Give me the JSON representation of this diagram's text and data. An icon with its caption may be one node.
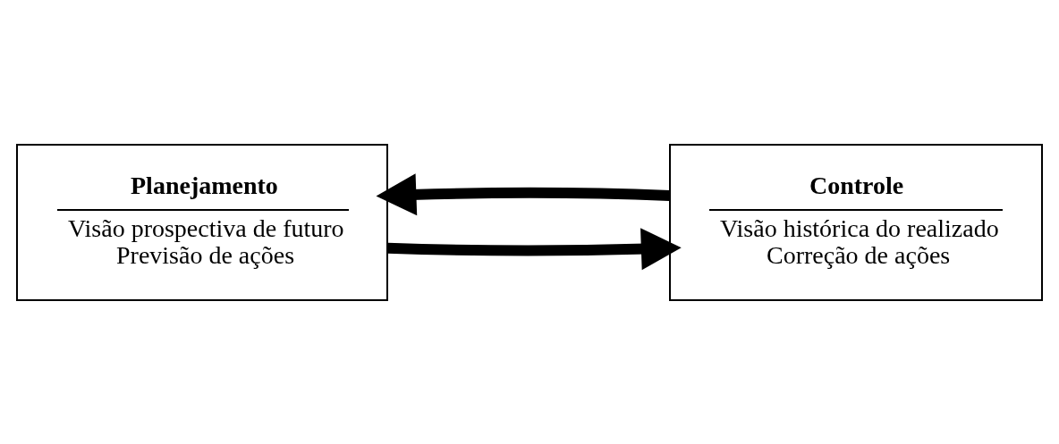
{
  "diagram": {
    "nodes": [
      {
        "text": [
          "Planejamento",
          "Visão prospectiva de futuro",
          "Previsão de ações"
        ]
      },
      {
        "text": [
          "Controle",
          "Visão histórica do realizado",
          "Correção de ações"
        ]
      }
    ],
    "edges": [
      {
        "from": 0,
        "to": 1,
        "arrow": "to"
      },
      {
        "from": 1,
        "to": 0,
        "arrow": "to"
      }
    ]
  }
}
